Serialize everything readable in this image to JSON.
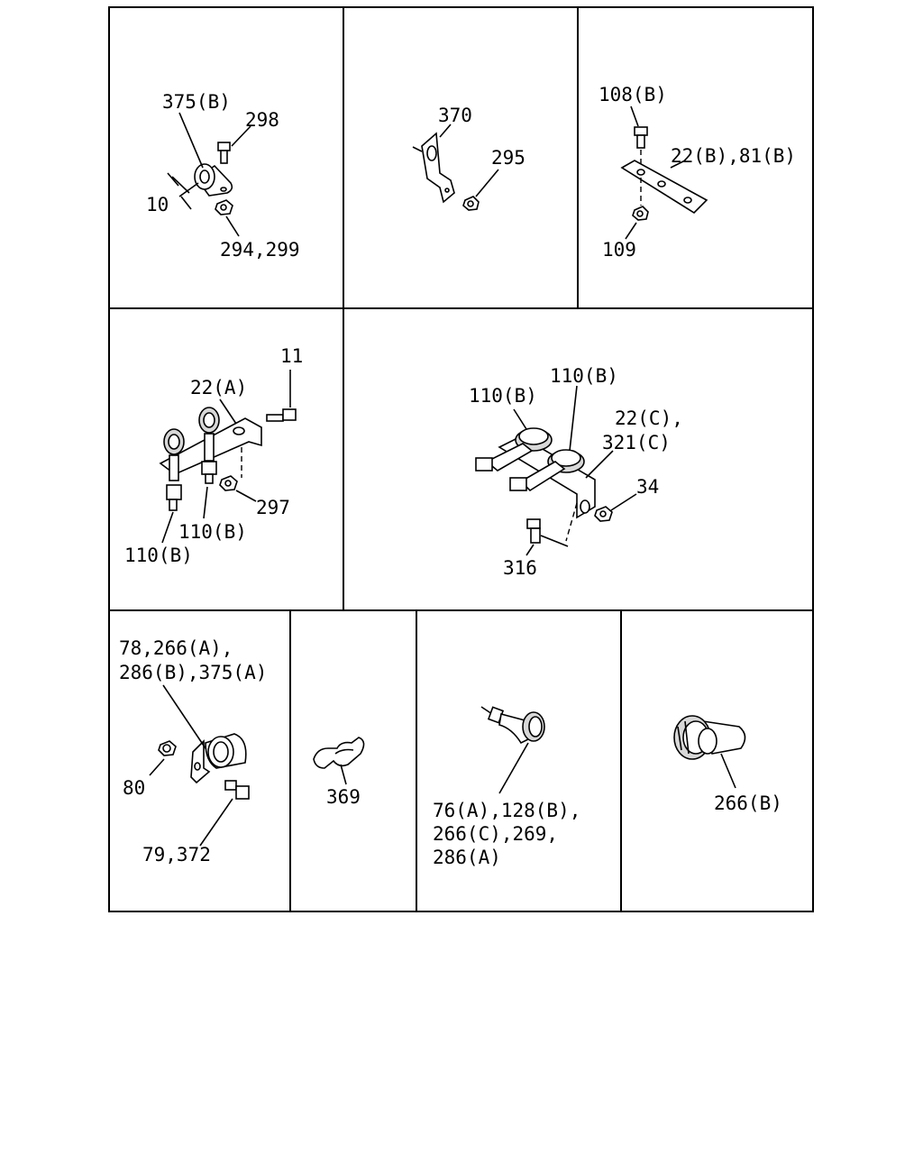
{
  "diagram": {
    "panels": [
      {
        "id": "p1",
        "labels": [
          "375(B)",
          "298",
          "10",
          "294,299"
        ]
      },
      {
        "id": "p2",
        "labels": [
          "370",
          "295"
        ]
      },
      {
        "id": "p3",
        "labels": [
          "108(B)",
          "22(B),81(B)",
          "109"
        ]
      },
      {
        "id": "p4",
        "labels": [
          "11",
          "22(A)",
          "297",
          "110(B)",
          "110(B)"
        ]
      },
      {
        "id": "p5",
        "labels": [
          "110(B)",
          "110(B)",
          "22(C),",
          "321(C)",
          "34",
          "316"
        ]
      },
      {
        "id": "p6",
        "labels": [
          "78,266(A),",
          "286(B),375(A)",
          "80",
          "79,372"
        ]
      },
      {
        "id": "p7",
        "labels": [
          "369"
        ]
      },
      {
        "id": "p8",
        "labels": [
          "76(A),128(B),",
          "266(C),269,",
          "286(A)"
        ]
      },
      {
        "id": "p9",
        "labels": [
          "266(B)"
        ]
      }
    ]
  }
}
